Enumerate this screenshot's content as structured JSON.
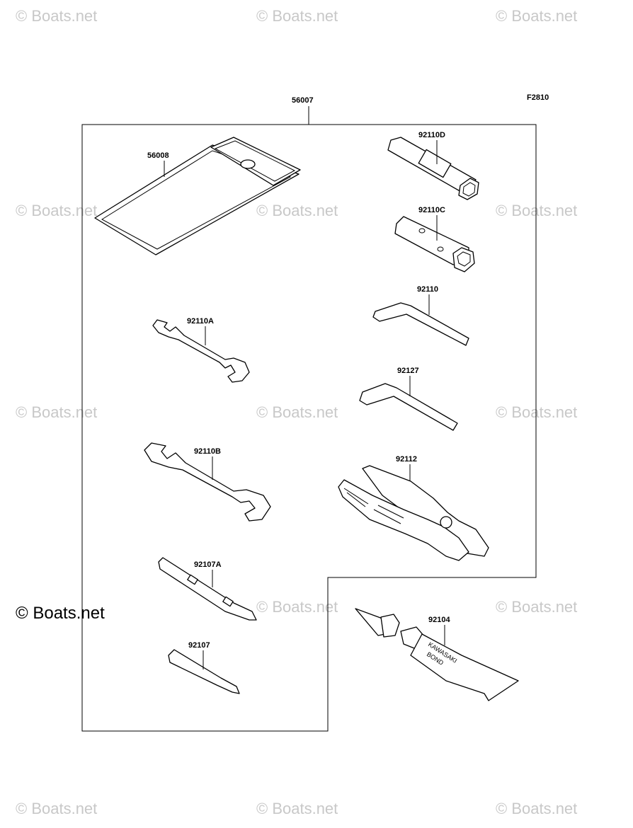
{
  "figure_code": "F2810",
  "assembly_ref": "56007",
  "watermark_text": "© Boats.net",
  "parts": {
    "p56008": "56008",
    "p92110D": "92110D",
    "p92110C": "92110C",
    "p92110": "92110",
    "p92110A": "92110A",
    "p92127": "92127",
    "p92110B": "92110B",
    "p92112": "92112",
    "p92107A": "92107A",
    "p92107": "92107",
    "p92104": "92104"
  },
  "tube_text": {
    "line1": "KAWASAKI",
    "line2": "BOND"
  }
}
